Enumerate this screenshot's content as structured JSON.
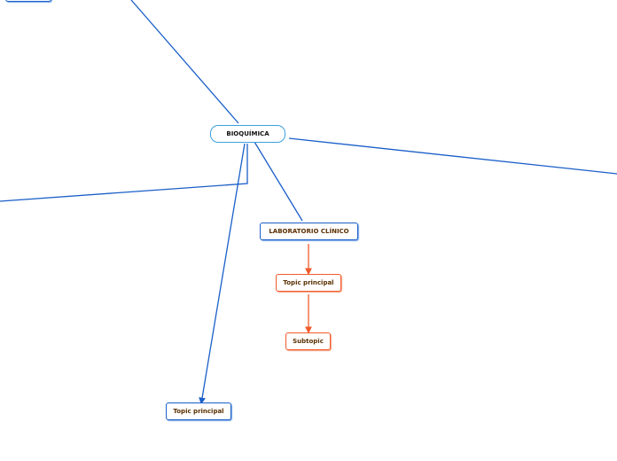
{
  "nodes": {
    "central": "BIOQUÍMICA",
    "lab": "LABORATORIO CLÍNICO",
    "lab_topic": "Topic principal",
    "lab_subtopic": "Subtopic",
    "bottom_topic": "Topic principal"
  },
  "colors": {
    "blue_line": "#1a5fc8",
    "orange_line": "#f05a28"
  }
}
